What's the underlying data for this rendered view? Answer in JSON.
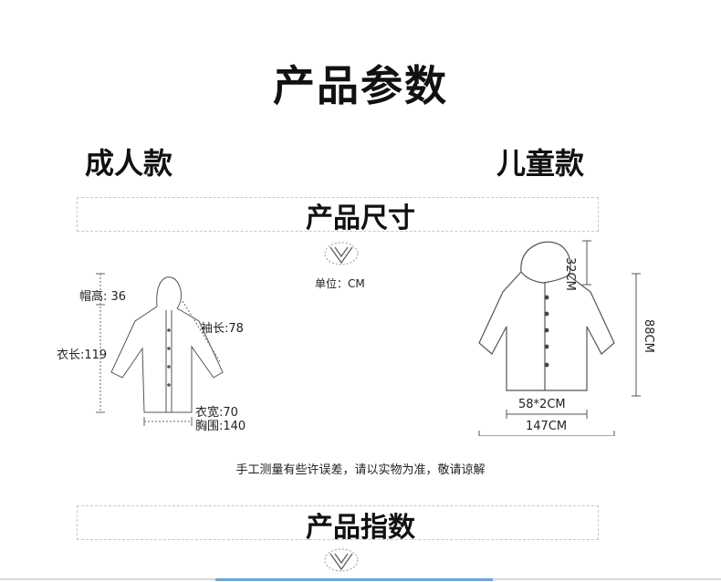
{
  "header": {
    "title": "产品参数"
  },
  "categories": {
    "adult": "成人款",
    "kids": "儿童款"
  },
  "size_section": {
    "title": "产品尺寸",
    "unit": "单位：CM"
  },
  "adult": {
    "hood_label": "帽高:",
    "hood_value": "36",
    "length_label": "衣长:119",
    "sleeve_label": "袖长:78",
    "width_label": "衣宽:70",
    "chest_label": "胸围:140"
  },
  "kids": {
    "hood": "32CM",
    "length": "88CM",
    "width": "58*2CM",
    "span": "147CM"
  },
  "note": "手工测量有些许误差，请以实物为准，敬请谅解",
  "index_section": {
    "title": "产品指数"
  }
}
